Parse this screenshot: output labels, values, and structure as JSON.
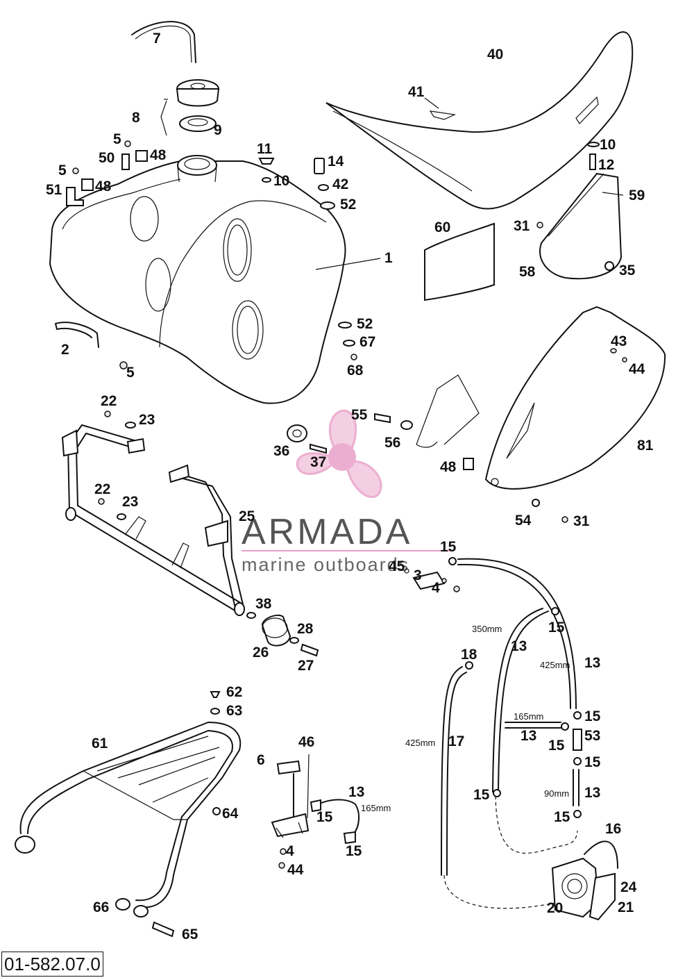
{
  "drawing_code": "01-582.07.0",
  "watermark": {
    "title": "ARMADA",
    "subtitle": "marine outboards",
    "accent_color": "#e8a0c8",
    "text_color": "#555555"
  },
  "callouts": {
    "c7": "7",
    "c8": "8",
    "c9": "9",
    "c5a": "5",
    "c50": "50",
    "c48a": "48",
    "c5b": "5",
    "c51": "51",
    "c48b": "48",
    "c11": "11",
    "c10a": "10",
    "c14": "14",
    "c42": "42",
    "c52a": "52",
    "c1": "1",
    "c52b": "52",
    "c67": "67",
    "c68": "68",
    "c2": "2",
    "c5c": "5",
    "c40": "40",
    "c41": "41",
    "c10b": "10",
    "c12": "12",
    "c59": "59",
    "c31a": "31",
    "c35": "35",
    "c58": "58",
    "c60": "60",
    "c43": "43",
    "c44a": "44",
    "c81": "81",
    "c48c": "48",
    "c54": "54",
    "c31b": "31",
    "c55": "55",
    "c56": "56",
    "c36": "36",
    "c37": "37",
    "c22a": "22",
    "c23a": "23",
    "c22b": "22",
    "c23b": "23",
    "c25": "25",
    "c38": "38",
    "c28": "28",
    "c26": "26",
    "c27": "27",
    "c15a": "15",
    "c45": "45",
    "c3": "3",
    "c4a": "4",
    "c15b": "15",
    "c13a": "13",
    "c18": "18",
    "c13b": "13",
    "c15c": "15",
    "c13c": "13",
    "c53": "53",
    "c15d": "15",
    "c15e": "15",
    "c17": "17",
    "c15f": "15",
    "c13d": "13",
    "c15g": "15",
    "c16": "16",
    "c24": "24",
    "c21": "21",
    "c20": "20",
    "c62": "62",
    "c63": "63",
    "c61": "61",
    "c64": "64",
    "c66": "66",
    "c65": "65",
    "c6": "6",
    "c46": "46",
    "c13e": "13",
    "c15h": "15",
    "c15i": "15",
    "c4b": "4",
    "c44b": "44"
  },
  "dimensions": {
    "d350": "350mm",
    "d425a": "425mm",
    "d165a": "165mm",
    "d425b": "425mm",
    "d90": "90mm",
    "d165b": "165mm"
  }
}
